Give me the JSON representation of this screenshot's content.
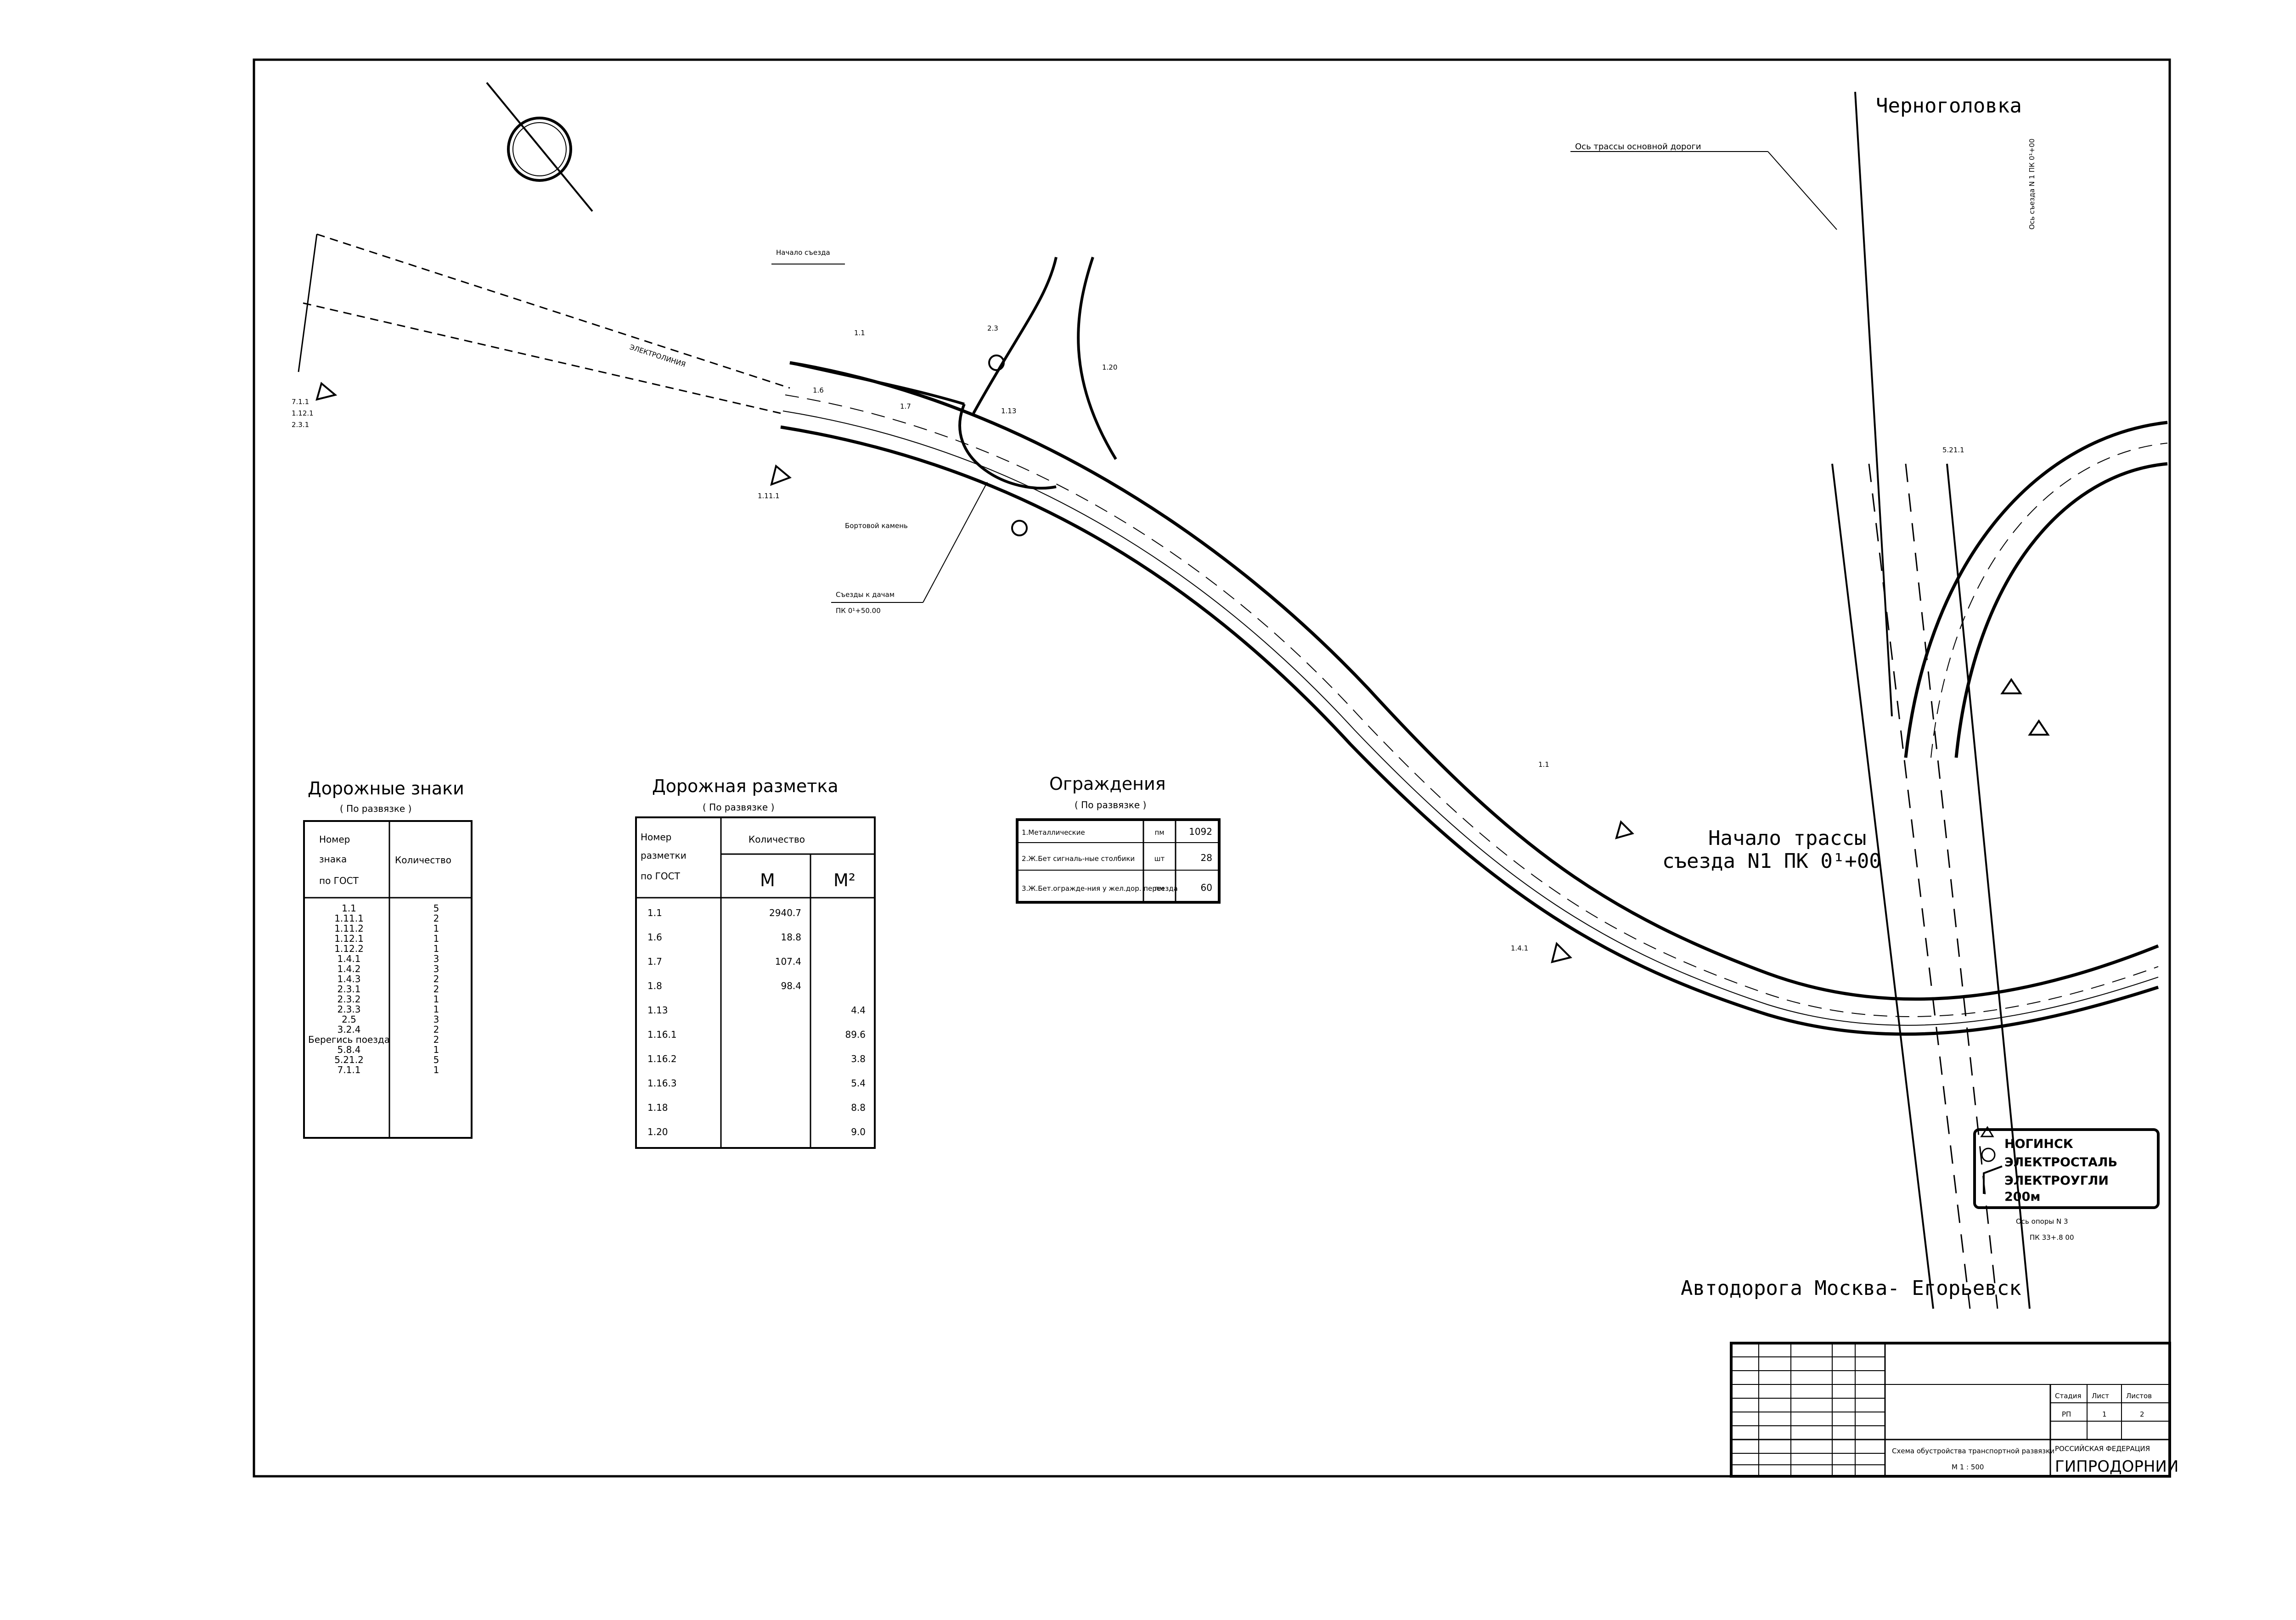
{
  "places": {
    "chernogolovka": "Черноголовка",
    "main_road_axis": "Ось трассы основной дороги",
    "start_route": "Начало трассы",
    "start_route2": "съезда N1 ПК 0¹+00",
    "highway": "Автодорога Москва- Егорьевск",
    "powerline": "ЭЛЕКТРОЛИНИЯ",
    "entry_dachas": "Съезды к дачам",
    "entry_pk": "ПК 0¹+50.00",
    "start_exit": "Начало съезда",
    "bort_stone": "Бортовой камень",
    "support_axis": "Ось опоры N 3",
    "pk_support": "ПК 33+.8 00",
    "road_right": "Ось съезда N 1 ПК 0¹+00"
  },
  "sign_board": {
    "line1": "НОГИНСК",
    "line2": "ЭЛЕКТРОСТАЛЬ",
    "line3": "ЭЛЕКТРОУГЛИ",
    "distance": "200м"
  },
  "road_signs": {
    "title": "Дорожные знаки",
    "subtitle": "( По развязке )",
    "col1": [
      "Номер",
      "знака",
      "по ГОСТ"
    ],
    "col2": "Количество",
    "rows": [
      [
        "1.1",
        "5"
      ],
      [
        "1.11.1",
        "2"
      ],
      [
        "1.11.2",
        "1"
      ],
      [
        "1.12.1",
        "1"
      ],
      [
        "1.12.2",
        "1"
      ],
      [
        "1.4.1",
        "3"
      ],
      [
        "1.4.2",
        "3"
      ],
      [
        "1.4.3",
        "2"
      ],
      [
        "2.3.1",
        "2"
      ],
      [
        "2.3.2",
        "1"
      ],
      [
        "2.3.3",
        "1"
      ],
      [
        "2.5",
        "3"
      ],
      [
        "3.2.4",
        "2"
      ],
      [
        "Берегись поезда",
        "2"
      ],
      [
        "5.8.4",
        "1"
      ],
      [
        "5.21.2",
        "5"
      ],
      [
        "7.1.1",
        "1"
      ]
    ]
  },
  "road_marking": {
    "title": "Дорожная разметка",
    "subtitle": "( По развязке )",
    "col1": [
      "Номер",
      "разметки",
      "по ГОСТ"
    ],
    "col2": "Количество",
    "unit_m": "М",
    "unit_m2": "М²",
    "rows": [
      [
        "1.1",
        "2940.7",
        ""
      ],
      [
        "1.6",
        "18.8",
        ""
      ],
      [
        "1.7",
        "107.4",
        ""
      ],
      [
        "1.8",
        "98.4",
        ""
      ],
      [
        "1.13",
        "",
        "4.4"
      ],
      [
        "1.16.1",
        "",
        "89.6"
      ],
      [
        "1.16.2",
        "",
        "3.8"
      ],
      [
        "1.16.3",
        "",
        "5.4"
      ],
      [
        "1.18",
        "",
        "8.8"
      ],
      [
        "1.20",
        "",
        "9.0"
      ]
    ]
  },
  "fencing": {
    "title": "Ограждения",
    "subtitle": "( По развязке )",
    "rows": [
      [
        "1.Металлические",
        "пм",
        "1092"
      ],
      [
        "2.Ж.Бет сигналь-ные столбики",
        "шт",
        "28"
      ],
      [
        "3.Ж.Бет.огражде-ния у жел.дор. переезда",
        "пм",
        "60"
      ]
    ]
  },
  "stamp": {
    "doc_title": "Схема обустройства транспортной развязки",
    "scale": "М 1 : 500",
    "stage_h": "Стадия",
    "sheet_h": "Лист",
    "sheets_h": "Листов",
    "stage": "РП",
    "sheet": "1",
    "sheets": "2",
    "org1": "РОССИЙСКАЯ ФЕДЕРАЦИЯ",
    "org2": "ГИПРОДОРНИИ"
  },
  "labels": {
    "l_1_1a": "1.1",
    "l_1_6": "1.6",
    "l_1_7": "1.7",
    "l_1_13": "1.13",
    "l_1_20": "1.20",
    "l_2_3": "2.3",
    "l_1_11": "1.11.1",
    "l_7_1": "7.1.1",
    "l_1_12": "1.12.1",
    "l_2_3_1": "2.3.1",
    "l_1_4": "1.4.1",
    "l_5_21": "5.21.1",
    "l_1_1b": "1.1"
  }
}
